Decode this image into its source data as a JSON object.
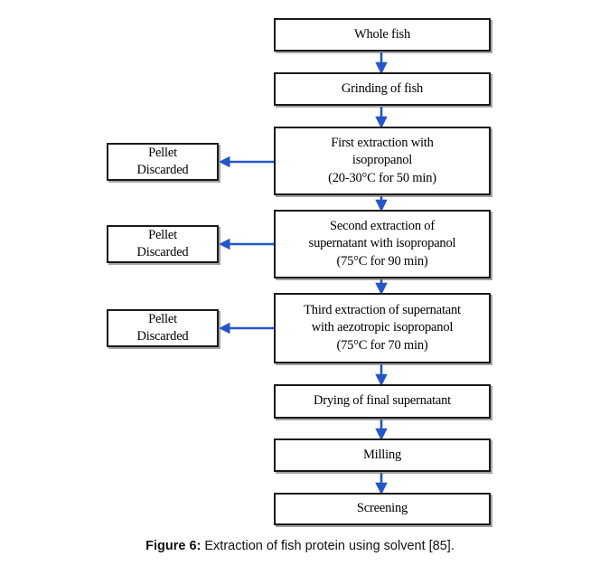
{
  "figure": {
    "caption_label": "Figure 6:",
    "caption_text": "Extraction of fish protein using solvent [85].",
    "background_color": "#ffffff",
    "box_border_color": "#1a1a1a",
    "arrow_color": "#2456c8"
  },
  "flow": {
    "nodes": [
      {
        "id": "whole-fish",
        "lines": [
          "Whole fish"
        ]
      },
      {
        "id": "grinding",
        "lines": [
          "Grinding of fish"
        ]
      },
      {
        "id": "first-extraction",
        "lines": [
          "First extraction with",
          "isopropanol",
          "(20-30°C for 50 min)"
        ]
      },
      {
        "id": "second-extraction",
        "lines": [
          "Second extraction of",
          "supernatant with isopropanol",
          "(75°C for 90 min)"
        ]
      },
      {
        "id": "third-extraction",
        "lines": [
          "Third extraction of supernatant",
          "with aezotropic isopropanol",
          "(75°C for 70 min)"
        ]
      },
      {
        "id": "drying",
        "lines": [
          "Drying of final supernatant"
        ]
      },
      {
        "id": "milling",
        "lines": [
          "Milling"
        ]
      },
      {
        "id": "screening",
        "lines": [
          "Screening"
        ]
      }
    ],
    "side_nodes": [
      {
        "id": "pellet-discarded-1",
        "lines": [
          "Pellet",
          "Discarded"
        ]
      },
      {
        "id": "pellet-discarded-2",
        "lines": [
          "Pellet",
          "Discarded"
        ]
      },
      {
        "id": "pellet-discarded-3",
        "lines": [
          "Pellet",
          "Discarded"
        ]
      }
    ]
  }
}
